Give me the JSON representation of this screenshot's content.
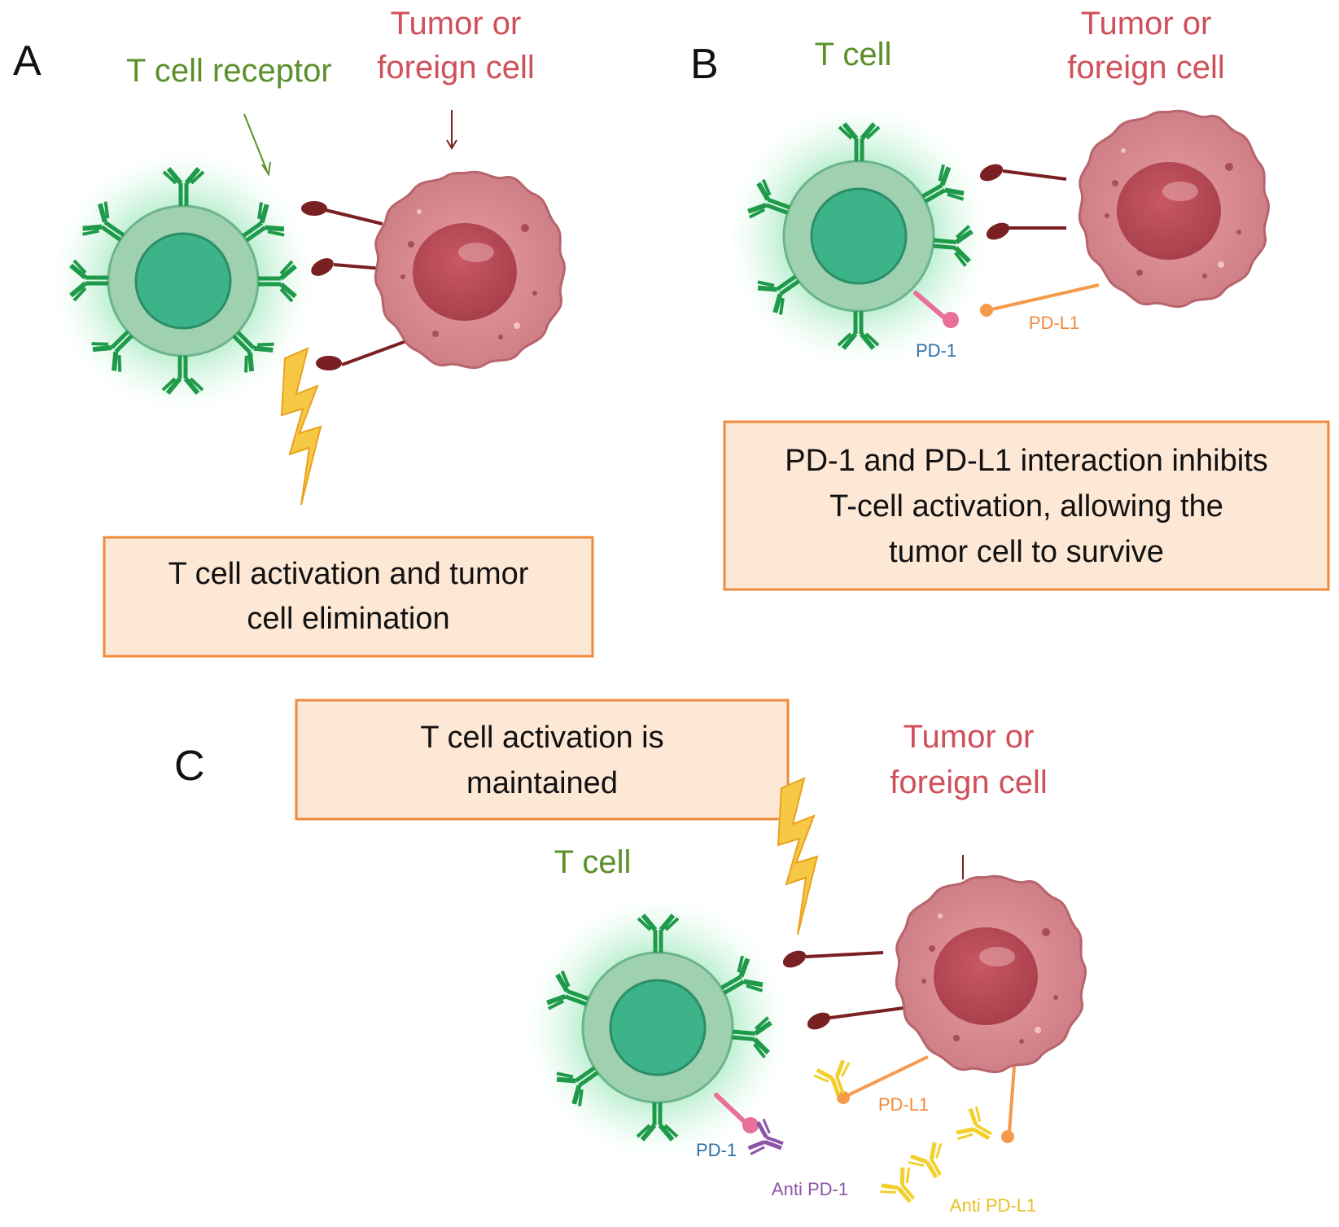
{
  "panels": {
    "a": {
      "letter": "A",
      "t_cell_receptor_label": "T cell receptor",
      "tumor_label_line1": "Tumor or",
      "tumor_label_line2": "foreign cell",
      "caption_line1": "T cell activation and tumor",
      "caption_line2": "cell elimination"
    },
    "b": {
      "letter": "B",
      "t_cell_label": "T cell",
      "tumor_label_line1": "Tumor or",
      "tumor_label_line2": "foreign cell",
      "pd1_label": "PD-1",
      "pdl1_label": "PD-L1",
      "caption_line1": "PD-1 and PD-L1 interaction inhibits",
      "caption_line2": "T-cell activation, allowing the",
      "caption_line3": "tumor cell to survive"
    },
    "c": {
      "letter": "C",
      "t_cell_label": "T cell",
      "tumor_label_line1": "Tumor or",
      "tumor_label_line2": "foreign cell",
      "pd1_label": "PD-1",
      "pdl1_label": "PD-L1",
      "anti_pd1_label": "Anti PD-1",
      "anti_pdl1_label": "Anti PD-L1",
      "caption_line1": "T cell activation is",
      "caption_line2": "maintained"
    }
  },
  "colors": {
    "t_cell_outer": "#9fd1b0",
    "t_cell_nucleus": "#3db389",
    "receptor_green": "#1e9a4a",
    "tumor_cell": "#d98a8f",
    "tumor_nucleus": "#b84a55",
    "mhc_dark_red": "#7a1f22",
    "pd1_pink": "#e8709a",
    "pdl1_orange": "#f59a4a",
    "anti_pd1_purple": "#8a55a8",
    "anti_pdl1_yellow": "#f2cf2a",
    "lightning": "#f7c845",
    "caption_box_fill": "#fde7d5",
    "caption_box_border": "#f0893a"
  }
}
